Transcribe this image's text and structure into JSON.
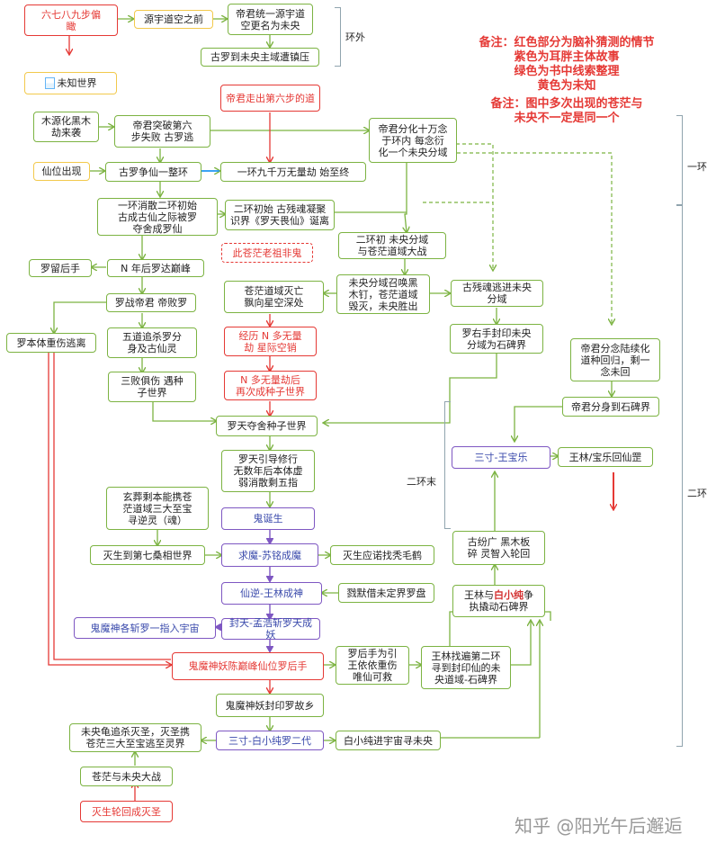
{
  "nodes": {
    "n_title": "六七八九步偏\n瞰",
    "n_yuanyu": "源宇道空之前",
    "n_dijun_tongyi": "帝君统一源宇道\n空更名为未央",
    "n_guluo_zhen": "古罗到未央主域遭镇压",
    "n_weizhi": "未知世界",
    "n_dijun_zouchu": "帝君走出第六步的道",
    "n_mu_yuan": "木源化黑木\n劫来袭",
    "n_dijun_tupo": "帝君突破第六\n步失败 古罗逃",
    "n_dijun_fenhua": "帝君分化十万念\n于环内 每念衍\n化一个未央分域",
    "n_xianwei": "仙位出现",
    "n_guluo_zhengxian": "古罗争仙一整环",
    "n_yihuan_jiuqian": "一环九千万无量劫 始至终",
    "n_yihuan_xiaosan": "一环消散二环初始\n古成古仙之际被罗\n夺舍成罗仙",
    "n_erhuan_guchan": "二环初始 古残魂凝聚\n识界《罗天畏仙》诞离",
    "n_erhuan_weiyang": "二环初 未央分域\n与苍茫道域大战",
    "n_ciciang": "此苍茫老祖非鬼",
    "n_luoliu": "罗留后手",
    "n_nnianhou": "N 年后罗达巅峰",
    "n_weiyang_zhaohuan": "未央分域召唤黑\n木钉，苍茫道域\n毁灭，未央胜出",
    "n_cangmang_miewang": "苍茫道域灭亡\n飘向星空深处",
    "n_gucan_taojin": "古残魂逃进未央\n分域",
    "n_luozhan": "罗战帝君  帝败罗",
    "n_jingli_n": "经历 N 多无量\n劫  星际空销",
    "n_luoyou_fengyin": "罗右手封印未央\n分域为石碑界",
    "n_luobenti": "罗本体重伤逃离",
    "n_wudao": "五道追杀罗分\n身及古仙灵",
    "n_dijun_fenhua2": "帝君分念陆续化\n道种回归，剩一\n念未回",
    "n_sanbai": "三败俱伤  遇种\n子世界",
    "n_nduo_wuliang": "N 多无量劫后\n再次成种子世界",
    "n_dijun_fenshen": "帝君分身到石碑界",
    "n_luotian_duo": "罗天夺舍种子世界",
    "n_luotian_yindao": "罗天引导修行\n无数年后本体虚\n弱消散剩五指",
    "n_sancun_wang": "三寸-王宝乐",
    "n_wanglin_bao": "王林/宝乐回仙罡",
    "n_xuanzang": "玄葬剩本能携苍\n茫道域三大至宝\n寻逆灵（魂）",
    "n_guisheng": "鬼诞生",
    "n_miesheng_dao": "灭生到第七桑相世界",
    "n_qiumo": "求魔-苏铭成魔",
    "n_miesheng_ying": "灭生应诺找秃毛鹤",
    "n_gufu": "古纷广 黑木板\n碎 灵智入轮回",
    "n_xianni": "仙逆-王林成神",
    "n_zhanmo": "戮默借未定界罗盘",
    "n_wanglin_yu": "王林与",
    "n_bai_xiao": "白小纯",
    "n_zheng": "争\n执撬动石碑界",
    "n_guimo_zhan": "鬼魔神各斩罗一指入宇宙",
    "n_fengtian": "封天-孟浩斩罗天成妖",
    "n_guimo_bei": "鬼魔神妖陈巅峰仙位罗后手",
    "n_luohou_wei": "罗后手为引\n王依依重伤\n唯仙可救",
    "n_wanglin_zhao": "王林找遍第二环\n寻到封印仙的未\n央道域-石碑界",
    "n_guimo_feng": "鬼魔神妖封印罗故乡",
    "n_weiyang_gui": "未央龟追杀灭圣，灭圣携\n苍茫三大至宝逃至灵界",
    "n_sancun_bai": "三寸-白小纯罗二代",
    "n_bai_jin": "白小纯进宇宙寻未央",
    "n_cangmang_da": "苍茫与未央大战",
    "n_miesheng_lun": "灭生轮回成灭圣"
  },
  "labels": {
    "huanwai": "环外",
    "yihuan": "一环",
    "erhuan": "二环",
    "erhuanmo": "二环末"
  },
  "notes": {
    "line1": "备注：红色部分为脑补猜测的情节",
    "line2": "紫色为耳胖主体故事",
    "line3": "绿色为书中线索整理",
    "line4": "黄色为未知",
    "line5": "备注：图中多次出现的苍茫与",
    "line6": "未央不一定是同一个"
  },
  "watermark": "知乎 @阳光午后邂逅",
  "colors": {
    "green": "#7cb342",
    "red": "#e53935",
    "purple": "#7e57c2",
    "yellow": "#f2c94c"
  }
}
